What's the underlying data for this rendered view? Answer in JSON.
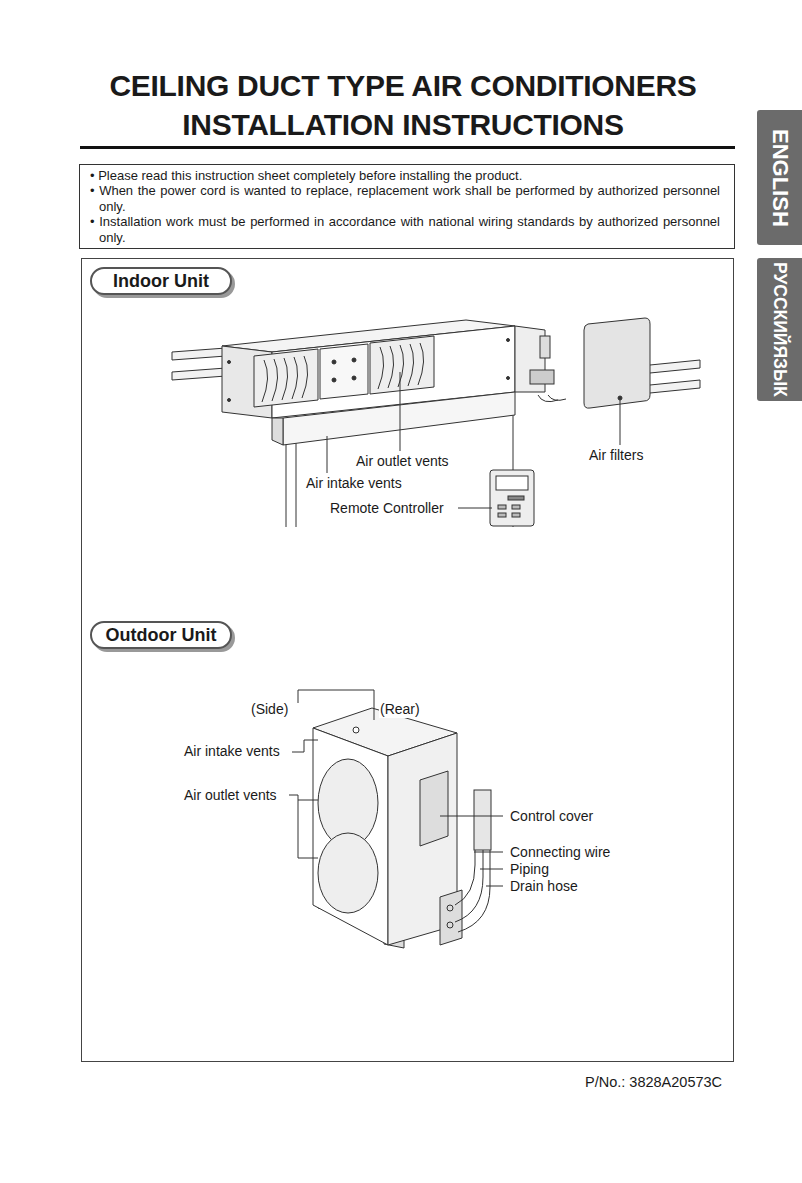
{
  "diagram": {
    "title": "CEILING DUCT TYPE AIR CONDITIONERS INSTALLATION INSTRUCTIONS",
    "nodes": [
      {
        "text": [
          "• Please read this instruction sheet completely before installing the product.",
          "• When the power cord is wanted to replace, replacement work shall be performed by authorized personnel only.",
          "• Installation work must be performed in accordance with national wiring standards by authorized personnel only."
        ]
      },
      {
        "text": [
          "ENGLISH"
        ]
      },
      {
        "text": [
          "РУССКИЙЯЗЫК"
        ]
      },
      {
        "text": [
          "Indoor Unit"
        ]
      },
      {
        "text": [
          "Outdoor Unit"
        ]
      }
    ],
    "labels": [
      "Air outlet vents",
      "Air intake vents",
      "Remote Controller",
      "Air filters",
      "(Side)",
      "(Rear)",
      "Air intake vents",
      "Air outlet vents",
      "Control cover",
      "Connecting wire",
      "Piping",
      "Drain hose",
      "P/No.: 3828A20573C"
    ]
  }
}
